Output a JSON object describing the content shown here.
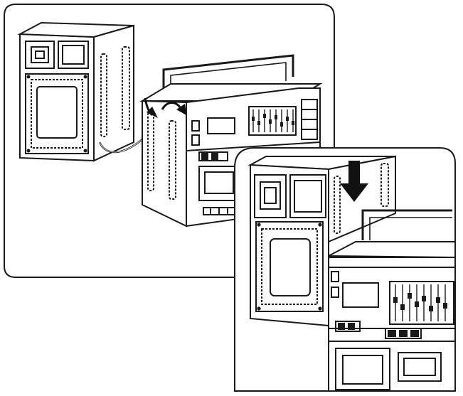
{
  "figure": {
    "panels": [
      {
        "id": "main",
        "depicts": [
          "speaker-unit",
          "boombox-main-unit",
          "connecting-cable",
          "attach-arrow"
        ]
      },
      {
        "id": "inset",
        "depicts": [
          "speaker-unit",
          "boombox-main-unit",
          "slide-down-arrow"
        ]
      }
    ],
    "colors": {
      "ink": "#1a1a1a",
      "paper": "#ffffff",
      "arrow": "#111111"
    }
  }
}
